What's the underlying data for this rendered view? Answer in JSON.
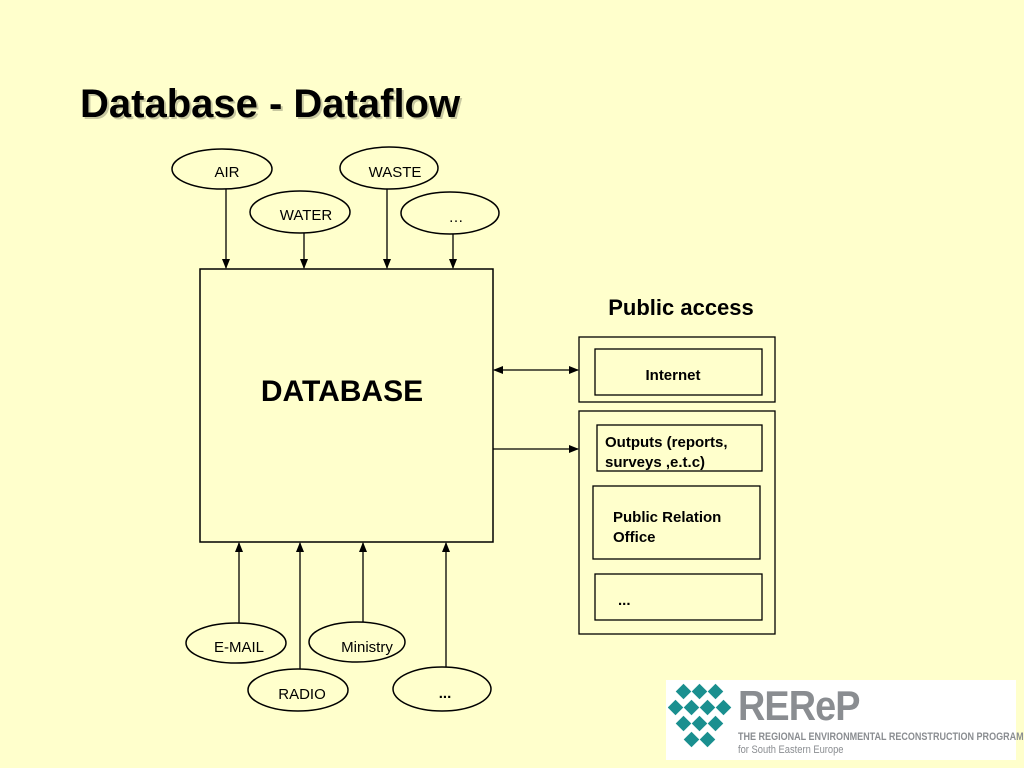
{
  "title": "Database - Dataflow",
  "database": {
    "label": "DATABASE"
  },
  "top_sources": [
    "AIR",
    "WASTE",
    "WATER",
    "…"
  ],
  "bottom_sources": [
    "E-MAIL",
    "Ministry",
    "RADIO",
    "..."
  ],
  "public_access": {
    "heading": "Public access",
    "internet": "Internet",
    "outputs_line1": "Outputs (reports,",
    "outputs_line2": "surveys ,e.t.c)",
    "pr_line1": "Public Relation",
    "pr_line2": "Office",
    "more": "..."
  },
  "logo": {
    "name": "REReP",
    "subtitle1": "THE REGIONAL ENVIRONMENTAL RECONSTRUCTION PROGRAMME",
    "subtitle2": "for South Eastern Europe",
    "color_teal": "#1a8f8f",
    "color_grey": "#8a8d91"
  },
  "colors": {
    "background": "#FFFFCC",
    "line": "#000000"
  }
}
